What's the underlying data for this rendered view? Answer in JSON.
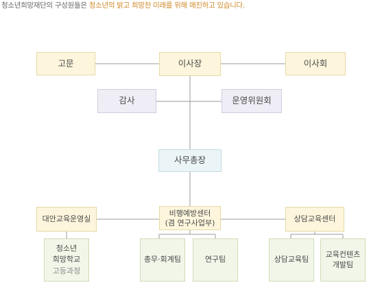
{
  "intro": {
    "prefix": "청소년희망재단의 구성원들은",
    "highlight": "청소년의 밝고 희망찬 미래를 위해 매진하고 있습니다."
  },
  "org": {
    "advisor": "고문",
    "chairman": "이사장",
    "board": "이사회",
    "auditor": "감사",
    "steering_committee": "운영위원회",
    "secretariat": "사무총장",
    "alt_education_office": "대안교육운영실",
    "prevention_center": {
      "line1": "비행예방센터",
      "line2": "(겸 연구사업부)"
    },
    "counseling_center": "상담교육센터",
    "school": {
      "line1": "청소년",
      "line2": "희망학교",
      "line3": "고등과정"
    },
    "admin_accounting_team": "총무·회계팀",
    "research_team": "연구팀",
    "counseling_education_team": "상담교육팀",
    "content_dev_team": {
      "line1": "교육컨텐츠",
      "line2": "개발팀"
    }
  },
  "colors": {
    "accent_text": "#d08a2a",
    "connector": "#9a9a9a",
    "yellow_box": "#fdf6dd",
    "purple_box": "#efeef6",
    "blue_box": "#ebf4f7",
    "green_box": "#f2f6e9"
  }
}
